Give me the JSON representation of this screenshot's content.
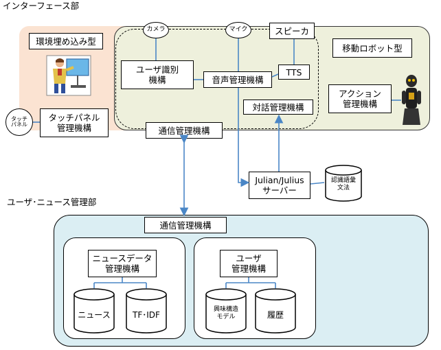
{
  "headings": {
    "interface_section": "インターフェース部",
    "user_news_section": "ユーザ･ニュース管理部"
  },
  "regions": {
    "embedded_type": "環境埋め込み型",
    "mobile_robot_type": "移動ロボット型"
  },
  "devices": {
    "camera": "カメラ",
    "microphone": "マイク",
    "speaker": "スピーカ",
    "touch_panel": [
      "タッチ",
      "パネル"
    ]
  },
  "modules": {
    "user_identification": [
      "ユーザ識別",
      "機構"
    ],
    "voice_management": "音声管理機構",
    "tts": "TTS",
    "dialogue_management": "対話管理機構",
    "action_management": [
      "アクション",
      "管理機構"
    ],
    "touch_panel_management": [
      "タッチパネル",
      "管理機構"
    ],
    "comm_management_top": "通信管理機構",
    "julian_server": [
      "Julian/Julius",
      "サーバー"
    ],
    "recognition_vocab": [
      "認識語彙",
      "文法"
    ],
    "comm_management_bottom": "通信管理機構",
    "news_data_management": [
      "ニュースデータ",
      "管理機構"
    ],
    "user_management": [
      "ユーザ",
      "管理機構"
    ]
  },
  "databases": {
    "news": "ニュース",
    "tfidf": "TF･IDF",
    "interest_model": [
      "興味構造",
      "モデル"
    ],
    "history": "履歴"
  },
  "colors": {
    "embedded_fill": "#fbe3d2",
    "mobile_fill": "#eef0dc",
    "bottom_fill": "#dbeef3",
    "arrow": "#4a86c6"
  }
}
